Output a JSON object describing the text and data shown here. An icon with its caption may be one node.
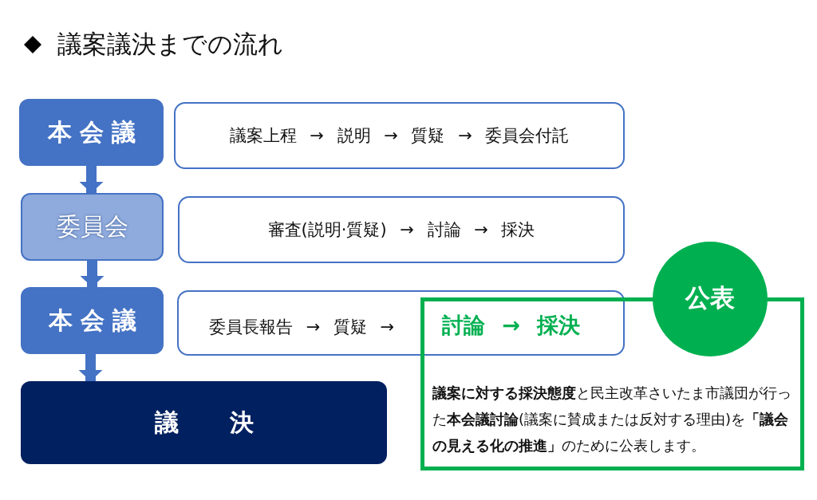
{
  "diagram": {
    "title": "議案議決までの流れ",
    "nodes": [
      {
        "text": [
          "本会議"
        ]
      },
      {
        "text": [
          "議案上程 → 説明 → 質疑 → 委員会付託"
        ]
      },
      {
        "text": [
          "委員会"
        ]
      },
      {
        "text": [
          "審査(説明·質疑) → 討論 → 採決"
        ]
      },
      {
        "text": [
          "本会議"
        ]
      },
      {
        "text": [
          "委員長報告 → 質疑 →",
          "討論 → 採決"
        ]
      },
      {
        "text": [
          "議決"
        ]
      },
      {
        "text": [
          "**議案に対する採決態度**と民主改革さいたま市議団が行った**本会議討論**(議案に賛成または反対する理由)を**「議会の見える化の推進」**のために公表します。"
        ]
      },
      {
        "text": [
          "公表"
        ]
      }
    ],
    "edges": [
      {
        "from": 0,
        "to": 2,
        "arrow": "to"
      },
      {
        "from": 2,
        "to": 4,
        "arrow": "to"
      },
      {
        "from": 4,
        "to": 6,
        "arrow": "to"
      }
    ]
  }
}
